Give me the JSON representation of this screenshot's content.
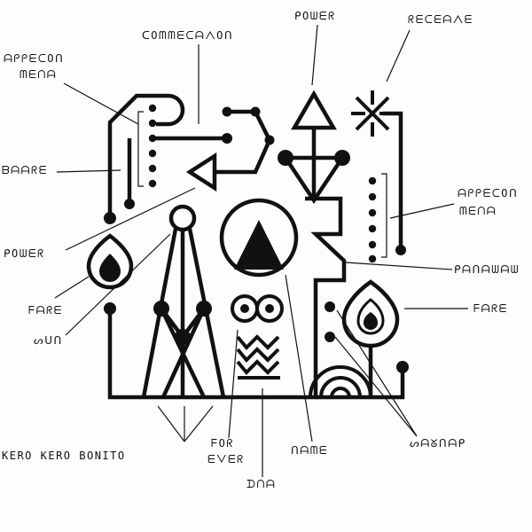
{
  "ink_color": "#111111",
  "paper_color": "#fdfdfb",
  "labels": {
    "connection": "ᑕOᗰᗰᗴᑕᗩᐱOᑎ",
    "power_top": "ᑭOᗯᗴᖇ",
    "receiver": "ᖇᗴᑕᗴᗩᐱᗴ",
    "mission_menu_left_line1": "ᗩᑭᑭᗴᑕOᑎ",
    "mission_menu_left_line2": "ᗰᗴᑎᗩ",
    "board": "ᗷᗩᗩᖇᗴ",
    "power_left": "ᑭOᗯᗴᖇ",
    "fire_left": "ᖴᗩᖇᗴ",
    "sun": "ᔕᑌᑎ",
    "mission_menu_right_line1": "ᗩᑭᑭᗴᑕOᑎ",
    "mission_menu_right_line2": "ᗰᗴᑎᗩ",
    "window": "ᑭᗩᑎᗩᗯᗩᗯ",
    "fire_right": "ᖴᗩᖇᗴ",
    "kero_kero_bonito": "KERO KERO BONITO",
    "for_ever_line1": "ᖴOᖇ",
    "for_ever_line2": "ᗴᐯᗴᖇ",
    "name": "ᑎᗩᗰᗴ",
    "dna": "ᗪᑎᗩ",
    "signal": "ᔕᗩᘜᑎᗩᑭ"
  }
}
